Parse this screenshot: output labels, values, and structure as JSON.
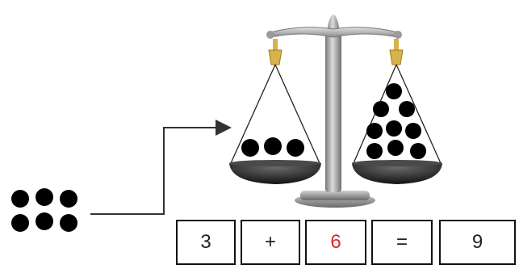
{
  "equation": [
    {
      "text": "3",
      "color": "#222222"
    },
    {
      "text": "+",
      "color": "#222222"
    },
    {
      "text": "6",
      "color": "#d42a2a"
    },
    {
      "text": "=",
      "color": "#222222"
    },
    {
      "text": "9",
      "color": "#222222"
    }
  ],
  "colors": {
    "ball": "#000000",
    "stand": "#9a9a9a",
    "pan": "#1c1c1c",
    "arrow": "#333333",
    "gold": "#d8b24a",
    "highlight": "#d42a2a"
  },
  "counts": {
    "loose_balls": 6,
    "left_pan_balls": 3,
    "right_pan_balls": 9
  }
}
